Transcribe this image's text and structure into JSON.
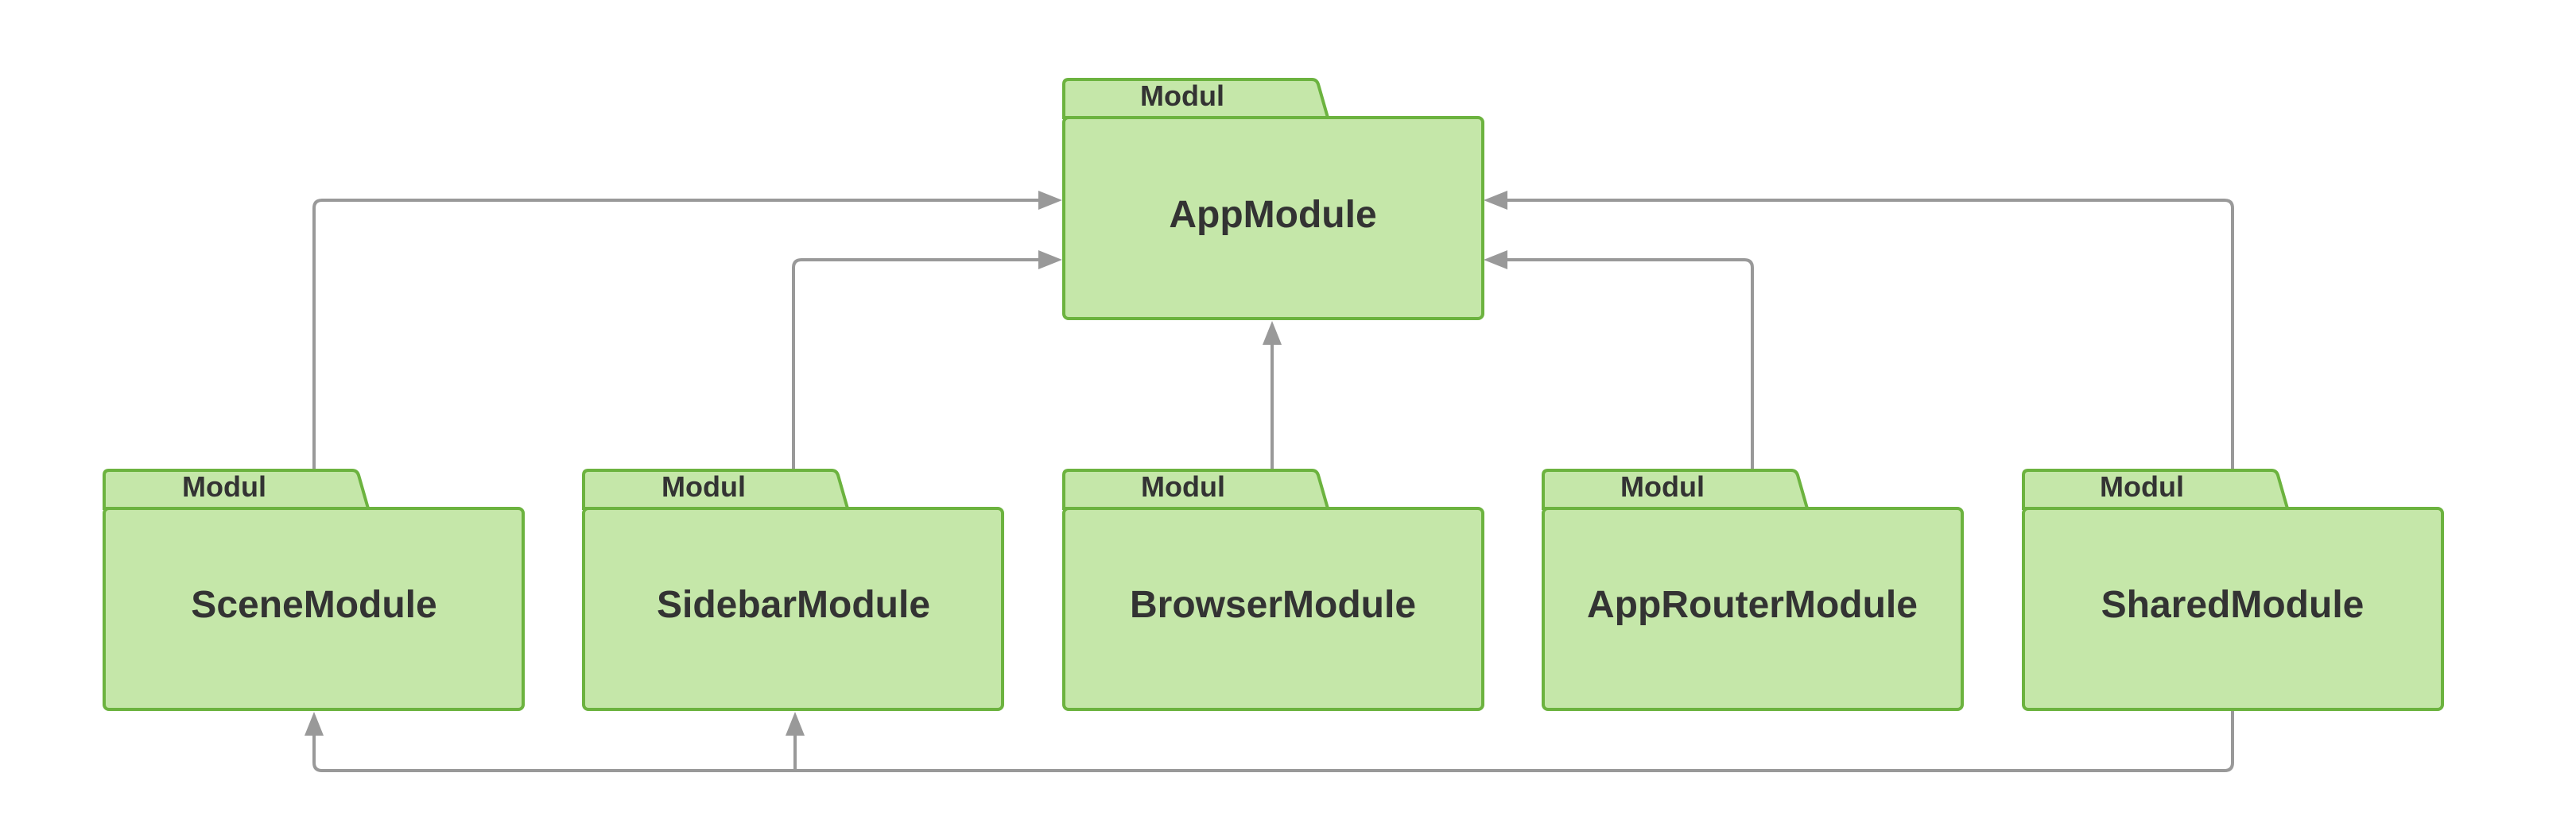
{
  "colors": {
    "module_fill": "#c5e7a9",
    "module_stroke": "#6cb33f",
    "connector": "#999999",
    "text": "#333333"
  },
  "modules": {
    "app": {
      "stereotype": "Modul",
      "name": "AppModule"
    },
    "scene": {
      "stereotype": "Modul",
      "name": "SceneModule"
    },
    "sidebar": {
      "stereotype": "Modul",
      "name": "SidebarModule"
    },
    "browser": {
      "stereotype": "Modul",
      "name": "BrowserModule"
    },
    "approuter": {
      "stereotype": "Modul",
      "name": "AppRouterModule"
    },
    "shared": {
      "stereotype": "Modul",
      "name": "SharedModule"
    }
  },
  "connections": [
    {
      "from": "SceneModule",
      "to": "AppModule"
    },
    {
      "from": "SidebarModule",
      "to": "AppModule"
    },
    {
      "from": "BrowserModule",
      "to": "AppModule"
    },
    {
      "from": "AppRouterModule",
      "to": "AppModule"
    },
    {
      "from": "SharedModule",
      "to": "AppModule"
    },
    {
      "from": "SharedModule",
      "to": "SceneModule"
    },
    {
      "from": "SharedModule",
      "to": "SidebarModule"
    }
  ]
}
